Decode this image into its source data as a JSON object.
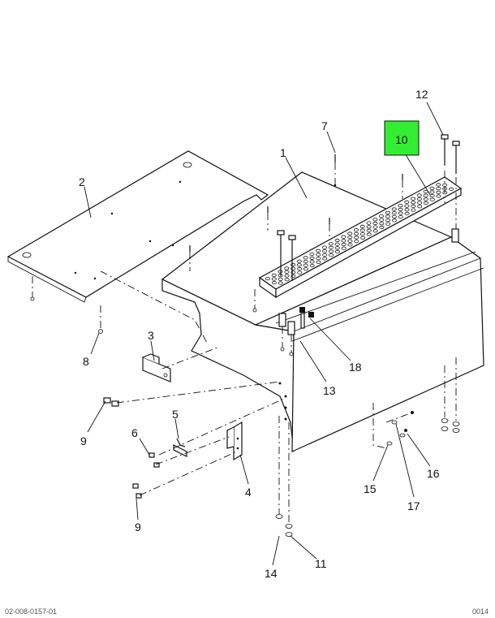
{
  "callouts": [
    {
      "id": "1",
      "label": "1"
    },
    {
      "id": "2",
      "label": "2"
    },
    {
      "id": "3",
      "label": "3"
    },
    {
      "id": "4",
      "label": "4"
    },
    {
      "id": "5",
      "label": "5"
    },
    {
      "id": "6",
      "label": "6"
    },
    {
      "id": "7",
      "label": "7"
    },
    {
      "id": "8",
      "label": "8"
    },
    {
      "id": "9a",
      "label": "9"
    },
    {
      "id": "9b",
      "label": "9"
    },
    {
      "id": "10",
      "label": "10",
      "highlighted": true
    },
    {
      "id": "11",
      "label": "11"
    },
    {
      "id": "12",
      "label": "12"
    },
    {
      "id": "13",
      "label": "13"
    },
    {
      "id": "14",
      "label": "14"
    },
    {
      "id": "15",
      "label": "15"
    },
    {
      "id": "16",
      "label": "16"
    },
    {
      "id": "17",
      "label": "17"
    },
    {
      "id": "18",
      "label": "18"
    }
  ],
  "colors": {
    "highlight": "#33ee33",
    "ink": "#111111",
    "background": "#ffffff"
  },
  "footer": {
    "left_code": "02-008-0157-01",
    "right_code": "0014"
  }
}
